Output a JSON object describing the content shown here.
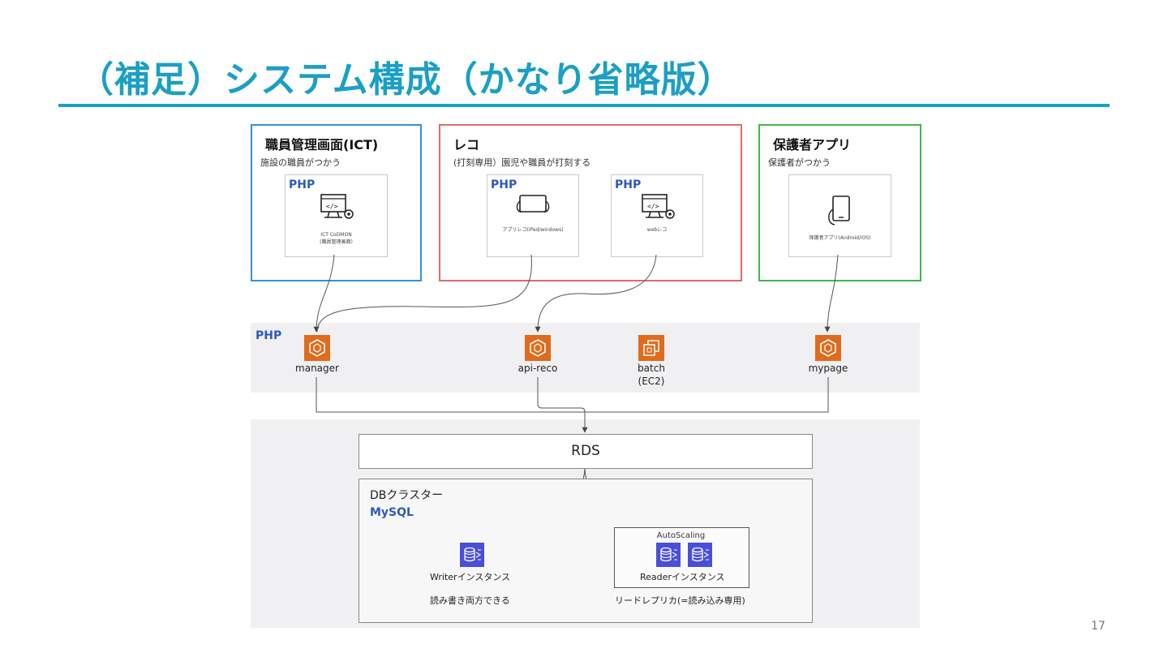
{
  "title": "（補足）システム構成（かなり省略版）",
  "page_number": "17",
  "colors": {
    "accent": "#1b9fc4",
    "php": "#2f5bb7",
    "service": "#e06b1d",
    "database": "#4a4fd8"
  },
  "groups": {
    "ict": {
      "title": "職員管理画面(ICT)",
      "desc": "施設の職員がつかう",
      "card": {
        "lang": "PHP",
        "icon": "code-monitor-icon",
        "caption_line1": "ICT CoDMON",
        "caption_line2": "(職員管理画面)"
      }
    },
    "reco": {
      "title": "レコ",
      "desc": "(打刻専用）園児や職員が打刻する",
      "cards": [
        {
          "lang": "PHP",
          "icon": "tablet-landscape-icon",
          "caption": "アプリレコ(iPad/windows)"
        },
        {
          "lang": "PHP",
          "icon": "code-monitor-icon",
          "caption": "webレコ"
        }
      ]
    },
    "guardian": {
      "title": "保護者アプリ",
      "desc": "保護者がつかう",
      "card": {
        "icon": "mobile-device-icon",
        "caption": "保護者アプリ(Android/iOS)"
      }
    }
  },
  "php_band": {
    "label": "PHP",
    "services": [
      {
        "name": "manager",
        "icon": "container-icon"
      },
      {
        "name": "api-reco",
        "icon": "container-icon"
      },
      {
        "name": "batch",
        "sub": "(EC2)",
        "icon": "ec2-instances-icon"
      },
      {
        "name": "mypage",
        "icon": "container-icon"
      }
    ]
  },
  "rds": {
    "label": "RDS"
  },
  "db_cluster": {
    "title": "DBクラスター",
    "engine": "MySQL",
    "writer": {
      "label": "Writerインスタンス",
      "desc": "読み書き両方できる",
      "icon": "database-instance-icon"
    },
    "autoscaling_label": "AutoScaling",
    "reader": {
      "label": "Readerインスタンス",
      "desc": "リードレプリカ(=読み込み専用)",
      "icon": "database-instance-icon"
    }
  }
}
